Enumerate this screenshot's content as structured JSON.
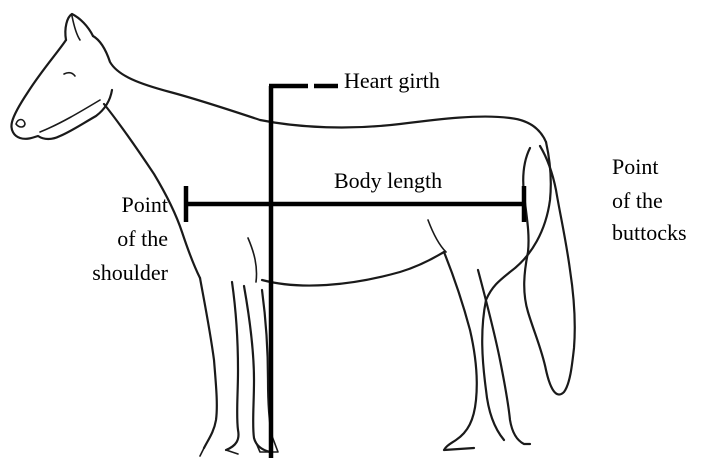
{
  "labels": {
    "heart_girth": "Heart girth",
    "body_length": "Body length",
    "point_of_shoulder": [
      "Point",
      "of the",
      "shoulder"
    ],
    "point_of_buttocks": [
      "Point",
      "of the",
      "buttocks"
    ]
  },
  "colors": {
    "ink": "#000000",
    "background": "#ffffff"
  }
}
